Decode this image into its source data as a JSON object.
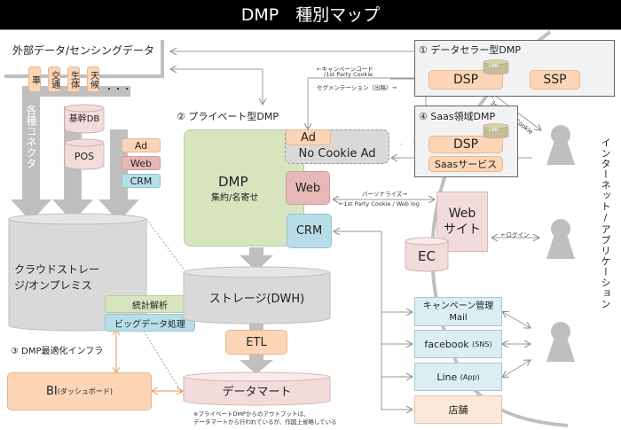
{
  "title": "DMP　種別マップ",
  "external": {
    "heading": "外部データ/センシングデータ",
    "sensors": [
      "車",
      "交通",
      "生体",
      "天候"
    ],
    "ellipsis": "・・・",
    "connectors_label": "各種コネクタ",
    "databases": [
      "基幹DB",
      "POS"
    ],
    "sources": [
      "Ad",
      "Web",
      "CRM"
    ]
  },
  "infra": {
    "title": "③ DMP最適化インフラ",
    "storage": "クラウドストレージ/オンプレミス",
    "stats": "統計解析",
    "bigdata": "ビッグデータ処理"
  },
  "bi": {
    "label": "BI",
    "sub": "(ダッシュボード)"
  },
  "private_dmp": {
    "title": "② プライベート型DMP",
    "dmp_label": "DMP",
    "dmp_sub": "集約/名寄せ",
    "ad": "Ad",
    "no_cookie_ad": "No Cookie Ad",
    "web": "Web",
    "crm": "CRM",
    "dwh": "ストレージ(DWH)",
    "etl": "ETL",
    "datamart": "データマート",
    "note_line1": "※プライベートDMPからのアウトプットは、",
    "note_line2": "データマートから行われているが、作図上省略している"
  },
  "data_seller": {
    "title": "① データセラー型DMP",
    "dmp_badge": "DMP",
    "dsp": "DSP",
    "ssp": "SSP"
  },
  "saas": {
    "title": "④ Saas領域DMP",
    "dmp_badge": "DMP",
    "dsp": "DSP",
    "service": "Saasサービス"
  },
  "annotations": {
    "campaign_code": "←キャンペーンコード",
    "first_party_cookie": "/1st Party Cookie",
    "segmentation": "セグメンテーション（出稿）→",
    "third_party_cookie": "3rd Party Cookie",
    "personalize": "パーソナライズ→",
    "web_log": "←1st Party Cookie / Web log",
    "login": "←ログイン"
  },
  "website": {
    "label": "Web\nサイト",
    "line1": "Web",
    "line2": "サイト",
    "ec": "EC"
  },
  "channels": [
    {
      "line1": "キャンペーン管理",
      "line2": "Mail"
    },
    {
      "line1": "facebook",
      "line2": "(SNS)"
    },
    {
      "line1": "Line",
      "line2": "(App)"
    },
    {
      "line1": "店舗",
      "line2": ""
    }
  ],
  "internet_label": "インターネット/アプリケーション",
  "colors": {
    "orange": "#fbd5b5",
    "pink": "#e6b8b7",
    "light_blue": "#b7dee8",
    "green": "#d7e4bd",
    "gray_arrow": "#bfbfbf",
    "bi_connector": "#e69a4e"
  }
}
